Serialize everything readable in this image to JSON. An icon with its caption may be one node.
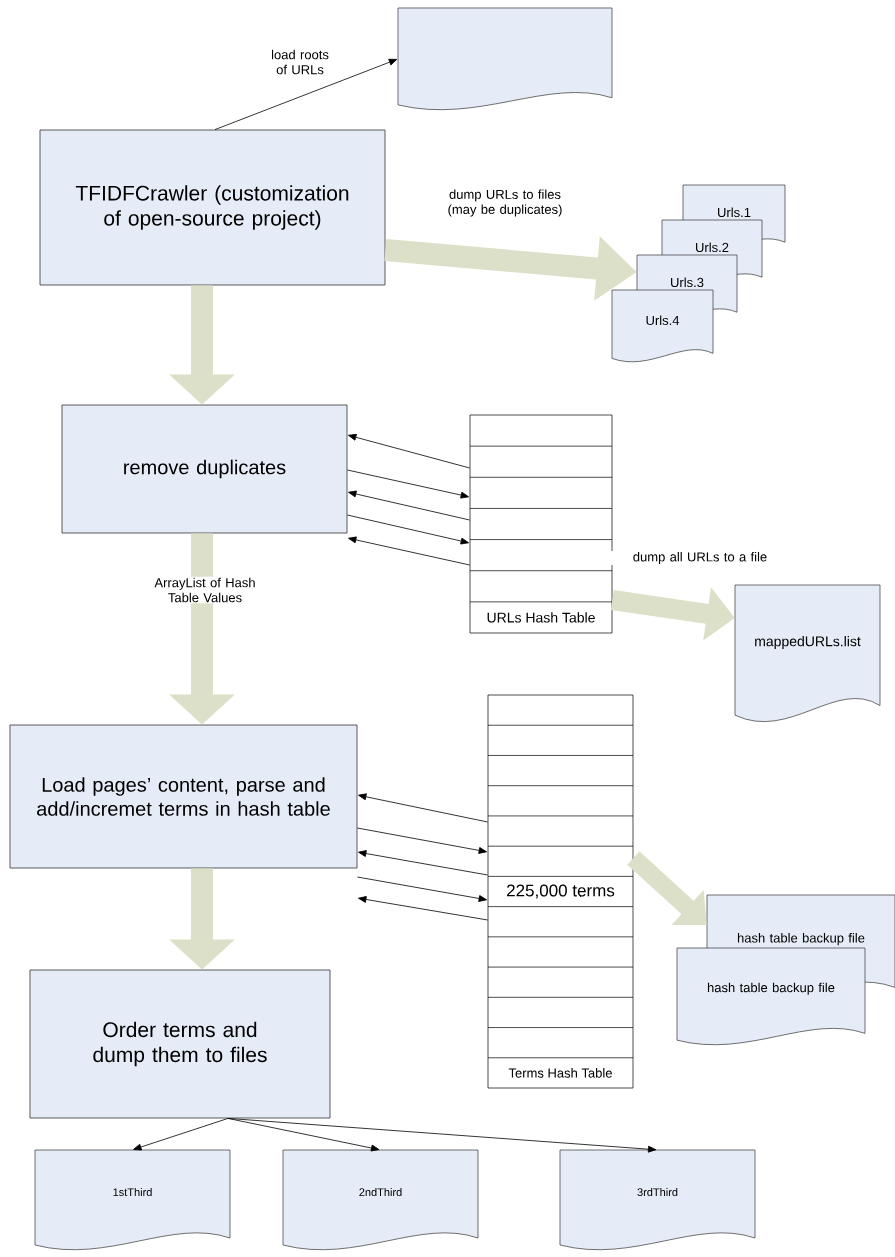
{
  "diagram": {
    "nodes": [
      {
        "text": [
          "TFIDFCrawler (customization of open-source project)"
        ]
      },
      {
        "text": [],
        "shape": "document"
      },
      {
        "text": [
          "Urls.1"
        ]
      },
      {
        "text": [
          "Urls.2"
        ]
      },
      {
        "text": [
          "Urls.3"
        ]
      },
      {
        "text": [
          "Urls.4"
        ]
      },
      {
        "text": [
          "remove duplicates"
        ]
      },
      {
        "text": [
          "URLs Hash Table"
        ]
      },
      {
        "text": [
          "mappedURLs.list"
        ]
      },
      {
        "text": [
          "Load pages’ content, parse and add/incremet terms in hash table"
        ]
      },
      {
        "text": [
          "225,000 terms",
          "Terms Hash Table"
        ]
      },
      {
        "text": [
          "hash table backup file"
        ]
      },
      {
        "text": [
          "hash table backup file"
        ]
      },
      {
        "text": [
          "Order terms and dump them to files"
        ]
      },
      {
        "text": [
          "1stThird"
        ]
      },
      {
        "text": [
          "2ndThird"
        ]
      },
      {
        "text": [
          "3rdThird"
        ]
      }
    ],
    "edges": [
      {
        "from": 0,
        "to": 1,
        "arrow": "to",
        "label": "load roots of URLs"
      },
      {
        "from": 0,
        "to": 4,
        "arrow": "to",
        "label": "dump URLs to files (may be duplicates)",
        "style": "thick",
        "color": "#dde0c8"
      },
      {
        "from": 0,
        "to": 6,
        "arrow": "to",
        "style": "thick",
        "color": "#dde0c8"
      },
      {
        "from": 7,
        "to": 6,
        "arrow": "to"
      },
      {
        "from": 6,
        "to": 7,
        "arrow": "to"
      },
      {
        "from": 7,
        "to": 6,
        "arrow": "to"
      },
      {
        "from": 6,
        "to": 7,
        "arrow": "to"
      },
      {
        "from": 7,
        "to": 6,
        "arrow": "to"
      },
      {
        "from": 7,
        "to": 8,
        "arrow": "to",
        "label": "dump all URLs to a file",
        "style": "thick",
        "color": "#dde0c8"
      },
      {
        "from": 6,
        "to": 9,
        "arrow": "to",
        "label": "ArrayList of Hash Table Values",
        "style": "thick",
        "color": "#dde0c8"
      },
      {
        "from": 10,
        "to": 9,
        "arrow": "to"
      },
      {
        "from": 9,
        "to": 10,
        "arrow": "to"
      },
      {
        "from": 10,
        "to": 9,
        "arrow": "to"
      },
      {
        "from": 9,
        "to": 10,
        "arrow": "to"
      },
      {
        "from": 10,
        "to": 9,
        "arrow": "to"
      },
      {
        "from": 10,
        "to": 11,
        "arrow": "to",
        "style": "thick",
        "color": "#dde0c8"
      },
      {
        "from": 9,
        "to": 13,
        "arrow": "to",
        "style": "thick",
        "color": "#dde0c8"
      },
      {
        "from": 13,
        "to": 14,
        "arrow": "to"
      },
      {
        "from": 13,
        "to": 15,
        "arrow": "to"
      },
      {
        "from": 13,
        "to": 16,
        "arrow": "to"
      }
    ]
  }
}
